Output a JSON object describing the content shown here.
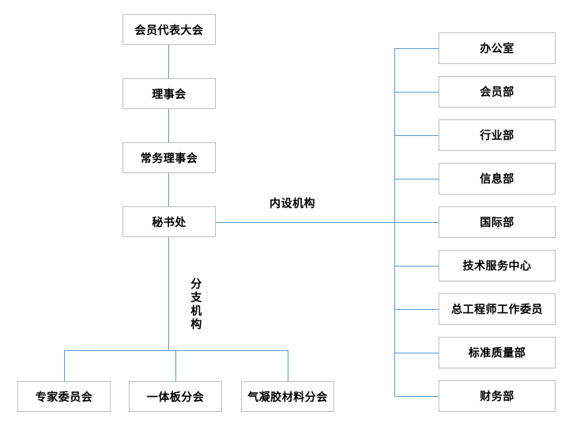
{
  "diagram": {
    "title_nodes": {
      "assembly": "会员代表大会",
      "council": "理事会",
      "standing_council": "常务理事会",
      "secretariat": "秘书处"
    },
    "main_chain": [
      {
        "key": "assembly",
        "label": "会员代表大会"
      },
      {
        "key": "council",
        "label": "理事会"
      },
      {
        "key": "standing_council",
        "label": "常务理事会"
      },
      {
        "key": "secretariat",
        "label": "秘书处"
      }
    ],
    "edge_labels": {
      "internal": "内设机构",
      "branch": "分支机构"
    },
    "internal_departments": [
      {
        "label": "办公室"
      },
      {
        "label": "会员部"
      },
      {
        "label": "行业部"
      },
      {
        "label": "信息部"
      },
      {
        "label": "国际部"
      },
      {
        "label": "技术服务中心"
      },
      {
        "label": "总工程师工作委员"
      },
      {
        "label": "标准质量部"
      },
      {
        "label": "财务部"
      }
    ],
    "branch_organizations": [
      {
        "label": "专家委员会"
      },
      {
        "label": "一体板分会"
      },
      {
        "label": "气凝胶材料分会"
      }
    ],
    "colors": {
      "connector": "#5b9bd5",
      "box_border": "#bfbfbf",
      "text": "#000000",
      "background": "#ffffff"
    }
  }
}
